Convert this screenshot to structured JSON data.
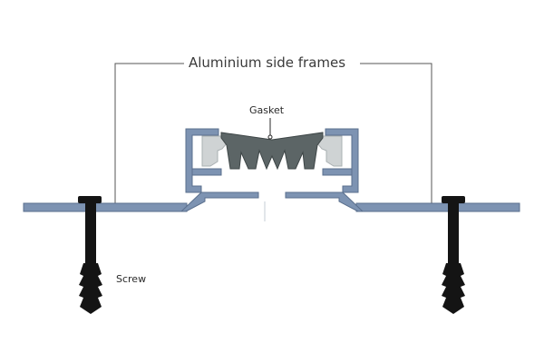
{
  "labels": {
    "side_frames": "Aluminium side frames",
    "gasket": "Gasket",
    "screw": "Screw"
  },
  "colors": {
    "frame_fill": "#7d93b2",
    "frame_stroke": "#5a6f8d",
    "gasket_fill": "#5c6566",
    "gasket_light": "#cfd3d4",
    "screw_fill": "#141414",
    "leader_line": "#555555"
  }
}
